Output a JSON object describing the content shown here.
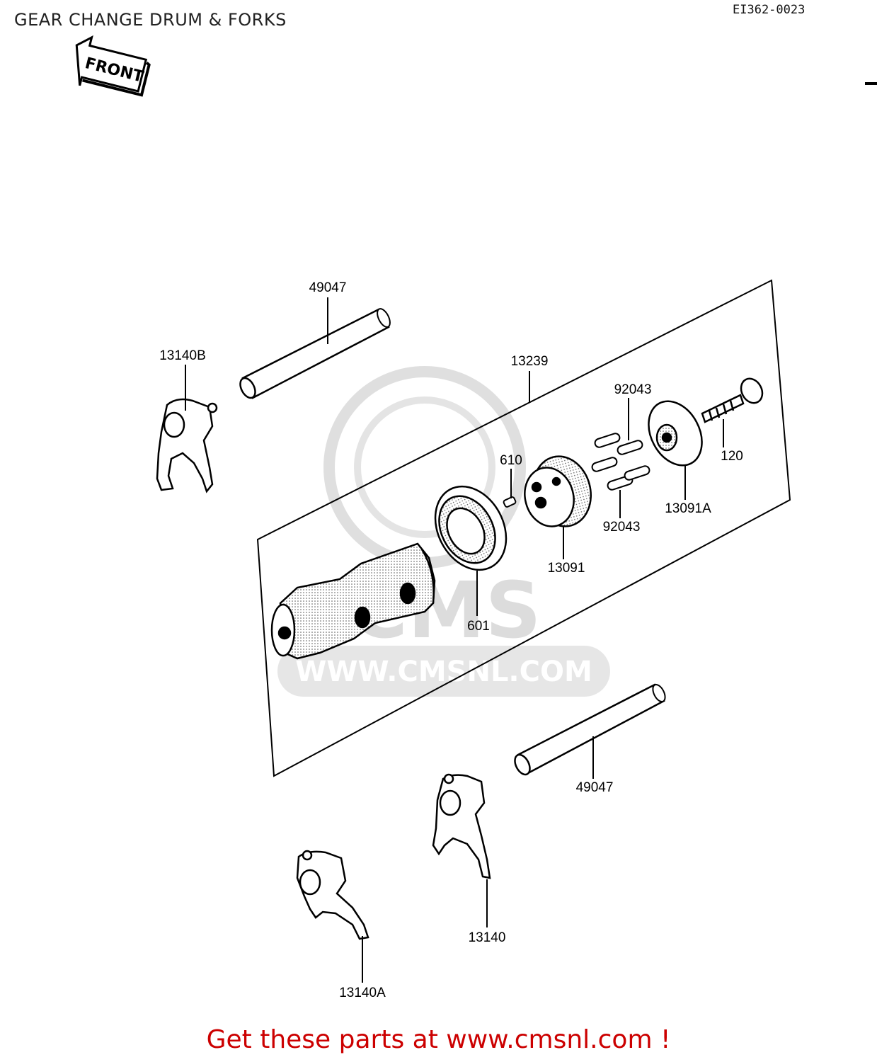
{
  "page": {
    "title": "GEAR CHANGE DRUM & FORKS",
    "ref_code": "EI362-0023",
    "front_label": "FRONT",
    "footer": "Get these parts at www.cmsnl.com !"
  },
  "watermark": {
    "brand": "CMS",
    "url": "WWW.CMSNL.COM",
    "color": "#d8d8d8"
  },
  "parts": {
    "shaft_top": "49047",
    "fork_b": "13140B",
    "drum_assembly": "13239",
    "pin_set_top": "92043",
    "bolt": "120",
    "pin_610": "610",
    "pin_set_bottom": "92043",
    "cam_plate": "13091A",
    "holder": "13091",
    "bearing": "601",
    "shaft_bottom": "49047",
    "fork": "13140",
    "fork_a": "13140A"
  },
  "colors": {
    "footer": "#cc0000",
    "line": "#000000"
  }
}
